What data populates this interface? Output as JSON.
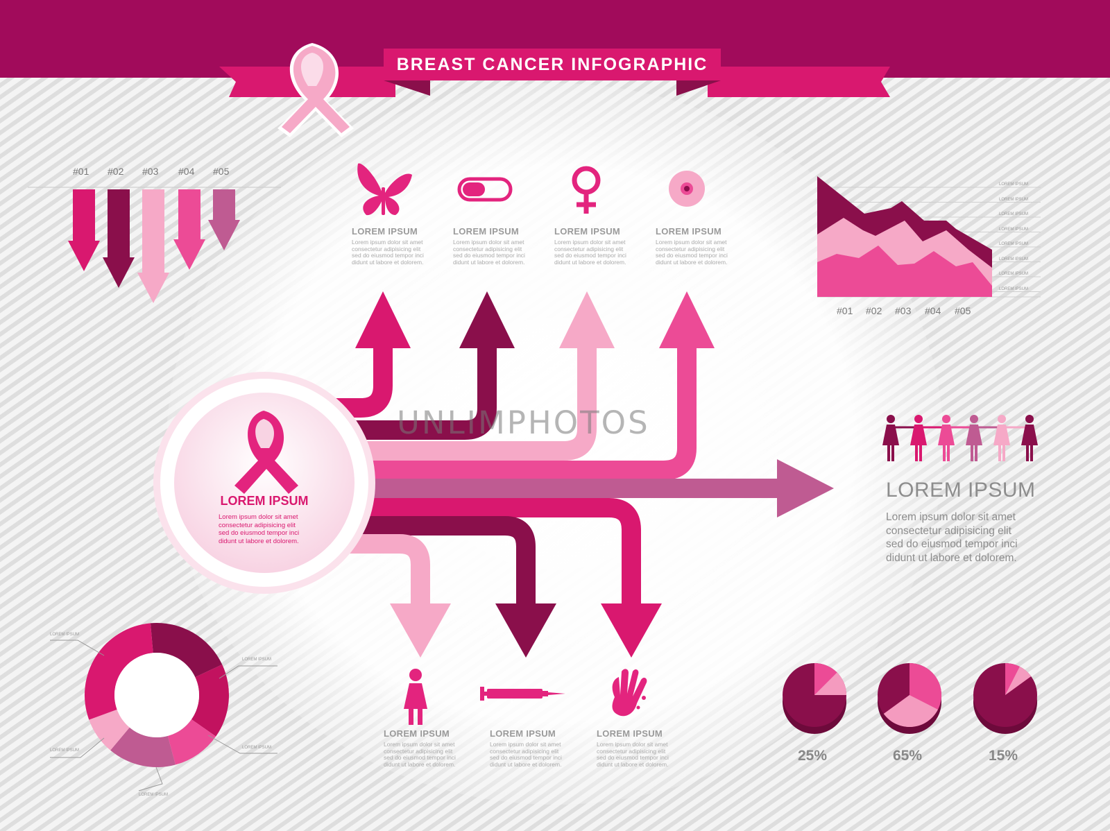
{
  "header": {
    "title": "BREAST CANCER INFOGRAPHIC"
  },
  "colors": {
    "magenta": "#d9186f",
    "dark": "#8a0f4b",
    "light": "#f6a9c7",
    "mid": "#ec4b96",
    "mauve": "#bf5b92",
    "banner": "#a10b5b"
  },
  "arrows_chart": {
    "labels": [
      "#01",
      "#02",
      "#03",
      "#04",
      "#05"
    ],
    "values": [
      0.59,
      0.71,
      0.82,
      0.58,
      0.44
    ]
  },
  "icon_cards": [
    {
      "icon": "butterfly-icon",
      "heading": "LOREM IPSUM",
      "body": [
        "Lorem ipsum dolor sit amet",
        "consectetur adipisicing elit",
        "sed do eiusmod tempor inci",
        "didunt ut labore et dolorem."
      ]
    },
    {
      "icon": "pill-icon",
      "heading": "LOREM IPSUM",
      "body": [
        "Lorem ipsum dolor sit amet",
        "consectetur adipisicing elit",
        "sed do eiusmod tempor inci",
        "didunt ut labore et dolorem."
      ]
    },
    {
      "icon": "female-symbol-icon",
      "heading": "LOREM IPSUM",
      "body": [
        "Lorem ipsum dolor sit amet",
        "consectetur adipisicing elit",
        "sed do eiusmod tempor inci",
        "didunt ut labore et dolorem."
      ]
    },
    {
      "icon": "breast-icon",
      "heading": "LOREM IPSUM",
      "body": [
        "Lorem ipsum dolor sit amet",
        "consectetur adipisicing elit",
        "sed do eiusmod tempor inci",
        "didunt ut labore et dolorem."
      ]
    }
  ],
  "area_chart": {
    "legend": [
      "LOREM IPSUM",
      "LOREM IPSUM",
      "LOREM IPSUM",
      "LOREM IPSUM",
      "LOREM IPSUM",
      "LOREM IPSUM",
      "LOREM IPSUM",
      "LOREM IPSUM"
    ],
    "xlabels": [
      "#01",
      "#02",
      "#03",
      "#04",
      "#05"
    ]
  },
  "center": {
    "heading": "LOREM IPSUM",
    "body": [
      "Lorem ipsum dolor sit amet",
      "consectetur adipisicing elit",
      "sed do eiusmod tempor inci",
      "didunt ut labore et dolorem."
    ]
  },
  "right_panel": {
    "heading": "LOREM IPSUM",
    "body": [
      "Lorem ipsum dolor sit amet",
      "consectetur adipisicing elit",
      "sed do eiusmod tempor inci",
      "didunt ut labore et dolorem."
    ]
  },
  "bottom_cards": [
    {
      "icon": "woman-icon",
      "heading": "LOREM IPSUM",
      "body": [
        "Lorem ipsum dolor sit amet",
        "consectetur adipisicing elit",
        "sed do eiusmod tempor inci",
        "didunt ut labore et dolorem."
      ]
    },
    {
      "icon": "syringe-icon",
      "heading": "LOREM IPSUM",
      "body": [
        "Lorem ipsum dolor sit amet",
        "consectetur adipisicing elit",
        "sed do eiusmod tempor inci",
        "didunt ut labore et dolorem."
      ]
    },
    {
      "icon": "handprint-icon",
      "heading": "LOREM IPSUM",
      "body": [
        "Lorem ipsum dolor sit amet",
        "consectetur adipisicing elit",
        "sed do eiusmod tempor inci",
        "didunt ut labore et dolorem."
      ]
    }
  ],
  "donut": {
    "labels": [
      "LOREM IPSUM",
      "LOREM IPSUM",
      "LOREM IPSUM",
      "LOREM IPSUM",
      "LOREM IPSUM"
    ]
  },
  "pies": [
    {
      "label": "25%",
      "value": 25
    },
    {
      "label": "65%",
      "value": 65
    },
    {
      "label": "15%",
      "value": 15
    }
  ],
  "watermark": "UNLIMPHOTOS"
}
